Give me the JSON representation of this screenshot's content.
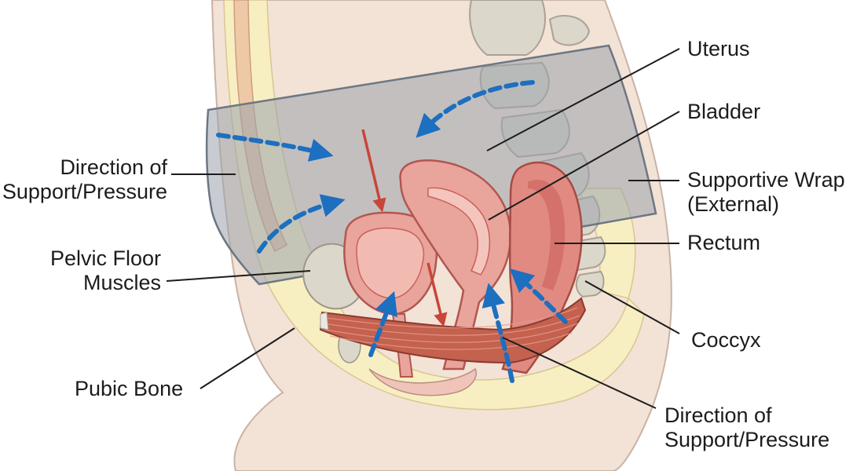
{
  "labels": {
    "uterus": [
      "Uterus"
    ],
    "bladder": [
      "Bladder"
    ],
    "direction_left": [
      "Direction of",
      "Support/Pressure"
    ],
    "supportive_wrap": [
      "Supportive Wrap",
      "(External)"
    ],
    "rectum": [
      "Rectum"
    ],
    "pelvic_floor": [
      "Pelvic Floor",
      "Muscles"
    ],
    "coccyx": [
      "Coccyx"
    ],
    "pubic_bone": [
      "Pubic Bone"
    ],
    "direction_bottom": [
      "Direction of",
      "Support/Pressure"
    ]
  },
  "colors": {
    "skin": "#f3e2d6",
    "skin_outline": "#c9b3a5",
    "fat_layer": "#f7efc2",
    "bone": "#d9d4c8",
    "organ": "#e9a49c",
    "organ_dark": "#c9605a",
    "organ_light": "#f4c5bd",
    "muscle": "#c4614f",
    "wrap": "#9aa3ad",
    "support_arrow": "#1d6fc0",
    "pressure_arrow": "#c8453a",
    "leader_line": "#1c1c1c"
  },
  "icons": {
    "support_arrow": "dashed-blue-arrow",
    "pressure_arrow": "solid-red-arrow"
  }
}
